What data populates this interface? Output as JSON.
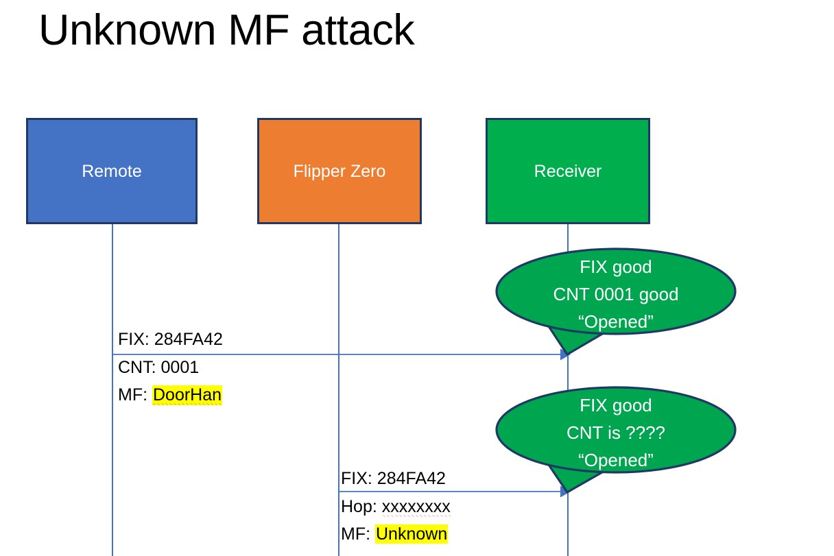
{
  "slide": {
    "title": "Unknown MF attack",
    "background": "#ffffff"
  },
  "colors": {
    "remote_box": "#4472C4",
    "flipper_box": "#ED7D31",
    "receiver_box": "#00AE4D",
    "box_border": "#1F3864",
    "lifeline": "#4472C4",
    "arrow": "#4472C4",
    "bubble_fill": "#00A550",
    "bubble_stroke": "#1F3864",
    "highlight": "#FFFF00",
    "spellcheck_underline": "#E03020",
    "text": "#000000",
    "box_label_text": "#ffffff"
  },
  "actors": [
    {
      "id": "remote",
      "label": "Remote"
    },
    {
      "id": "flipper",
      "label": "Flipper Zero"
    },
    {
      "id": "receiver",
      "label": "Receiver"
    }
  ],
  "messages": [
    {
      "id": "msg1",
      "from": "remote",
      "to": "receiver",
      "lines": [
        {
          "label": "FIX:",
          "value": "284FA42",
          "highlight": false,
          "spellcheck_error": false
        },
        {
          "label": "CNT:",
          "value": "0001",
          "highlight": false,
          "spellcheck_error": false
        },
        {
          "label": "MF:",
          "value": "DoorHan",
          "highlight": true,
          "spellcheck_error": true
        }
      ]
    },
    {
      "id": "msg2",
      "from": "flipper",
      "to": "receiver",
      "lines": [
        {
          "label": "FIX:",
          "value": "284FA42",
          "highlight": false,
          "spellcheck_error": false
        },
        {
          "label": "Hop:",
          "value": "xxxxxxxx",
          "highlight": false,
          "spellcheck_error": true
        },
        {
          "label": "MF:",
          "value": "Unknown",
          "highlight": true,
          "spellcheck_error": false
        }
      ]
    }
  ],
  "bubbles": [
    {
      "id": "bubble1",
      "owner": "receiver",
      "lines": [
        "FIX good",
        "CNT 0001 good",
        "“Opened”"
      ]
    },
    {
      "id": "bubble2",
      "owner": "receiver",
      "lines": [
        "FIX good",
        "CNT is ????",
        "“Opened”"
      ]
    }
  ]
}
